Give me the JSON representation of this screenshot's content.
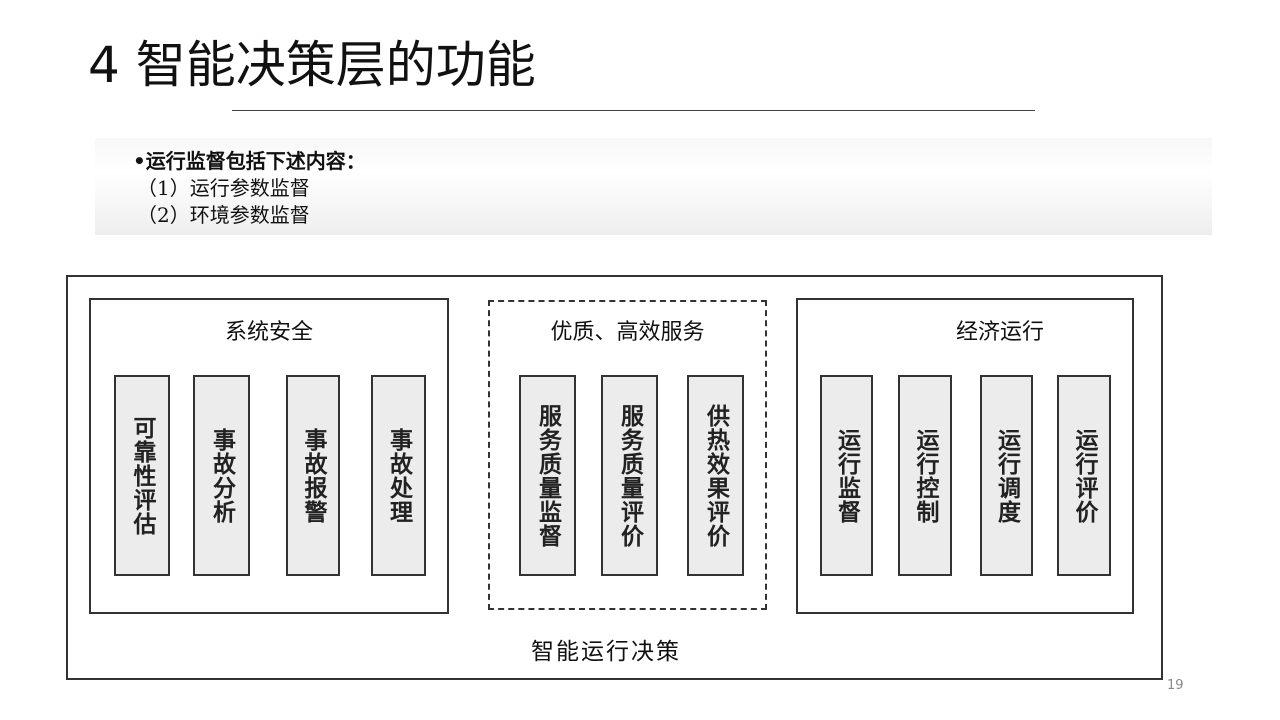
{
  "slide": {
    "title": "4 智能决策层的功能",
    "bullets": [
      "•运行监督包括下述内容：",
      "（1）运行参数监督",
      "（2）环境参数监督"
    ],
    "page_number": "19"
  },
  "diagram": {
    "root_label": "智能运行决策",
    "groups": [
      {
        "title": "系统安全",
        "items": [
          "可靠性评估",
          "事故分析",
          "事故报警",
          "事故处理"
        ]
      },
      {
        "title": "优质、高效服务",
        "items": [
          "服务质量监督",
          "服务质量评价",
          "供热效果评价"
        ]
      },
      {
        "title": "经济运行",
        "items": [
          "运行监督",
          "运行控制",
          "运行调度",
          "运行评价"
        ]
      }
    ]
  }
}
